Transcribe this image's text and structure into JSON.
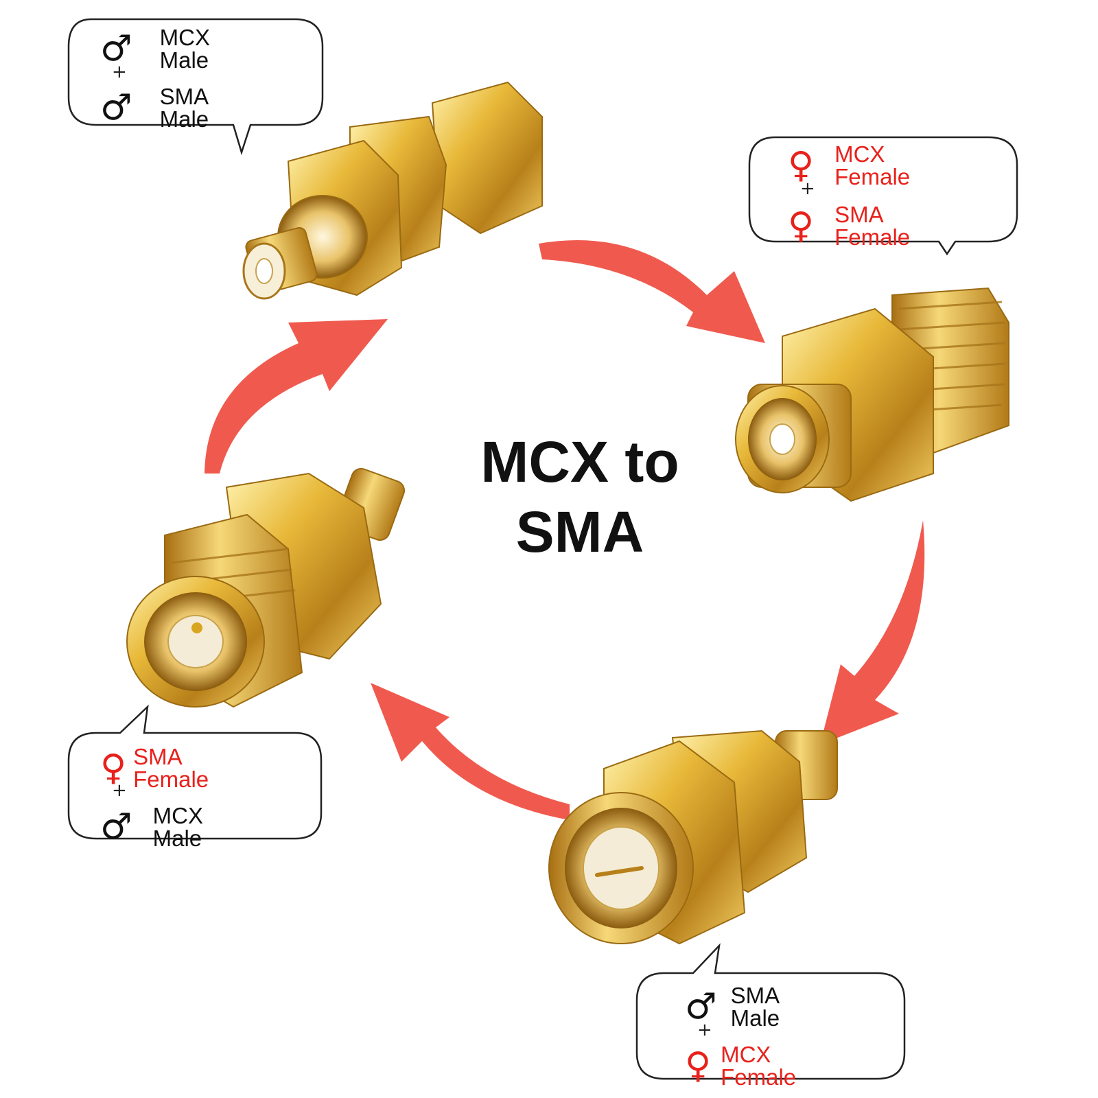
{
  "title": {
    "line1": "MCX to",
    "line2": "SMA"
  },
  "symbols": {
    "male": "♂",
    "female": "♀",
    "plus": "+"
  },
  "callouts": {
    "top_left": {
      "first": "MCX Male",
      "second": "SMA Male"
    },
    "top_right": {
      "first": "MCX Female",
      "second": "SMA Female"
    },
    "bottom_left": {
      "first": "SMA Female",
      "second": "MCX Male"
    },
    "bottom_right": {
      "first": "SMA Male",
      "second": "MCX Female"
    }
  },
  "colors": {
    "male_text": "#111111",
    "female_text": "#e8211b",
    "arrow": "#f05a4e",
    "gold": "#d9a520"
  },
  "icons": [
    "male-symbol-icon",
    "female-symbol-icon",
    "cycle-arrow-icon",
    "adapter-connector-image"
  ]
}
